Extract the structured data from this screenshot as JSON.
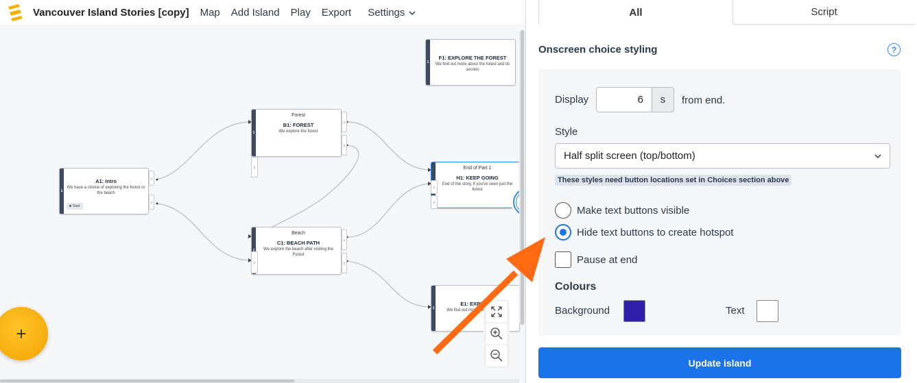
{
  "header": {
    "app_title": "Vancouver Island Stories [copy]",
    "nav": [
      "Map",
      "Add Island",
      "Play",
      "Export"
    ],
    "settings_label": "Settings"
  },
  "map": {
    "nodes": [
      {
        "id": "A1",
        "subtitle": "",
        "title": "A1: Intro",
        "description": "We have a choice of exploring the forest or the beach",
        "tag": "Start",
        "badge": "1",
        "slots": [
          "1",
          "2"
        ]
      },
      {
        "id": "B1",
        "subtitle": "Forest",
        "title": "B1: FOREST",
        "description": "We explore the forest",
        "badge": "1",
        "slots": [
          "1",
          "2"
        ]
      },
      {
        "id": "C1",
        "subtitle": "Beach",
        "title": "C1: BEACH PATH",
        "description": "We explore the beach after visiting the Forest",
        "badge": "1",
        "slots": [
          "1",
          "2"
        ]
      },
      {
        "id": "F1",
        "subtitle": "",
        "title": "F1: EXPLORE THE FOREST",
        "description": "We find out more about the forest and its secrets",
        "badge": "1"
      },
      {
        "id": "H1",
        "subtitle": "End of Part 1",
        "title": "H1: KEEP GOING",
        "description": "End of the story, if you've seen just the forest",
        "badge": "1",
        "slots": [
          "1",
          "2",
          "3"
        ]
      },
      {
        "id": "E1",
        "subtitle": "",
        "title": "E1: EXPLORE",
        "description": "We find out more about the island",
        "badge": "1"
      }
    ],
    "icons": {
      "edit": "pencil-icon",
      "fit": "expand-icon",
      "zoom_in": "zoom-in-icon",
      "zoom_out": "zoom-out-icon",
      "add": "plus-icon"
    },
    "fab_label": "+"
  },
  "panel": {
    "tabs": [
      {
        "label": "All",
        "active": true
      },
      {
        "label": "Script",
        "active": false
      }
    ],
    "section_title": "Onscreen choice styling",
    "help_label": "?",
    "display_label": "Display",
    "display_value": "6",
    "display_unit": "s",
    "display_suffix": "from end.",
    "style_label": "Style",
    "style_value": "Half split screen (top/bottom)",
    "style_hint": "These styles need button locations set in Choices section above",
    "options": [
      {
        "label": "Make text buttons visible",
        "selected": false
      },
      {
        "label": "Hide text buttons to create hotspot",
        "selected": true
      }
    ],
    "pause_label": "Pause at end",
    "pause_checked": false,
    "colours_heading": "Colours",
    "background_label": "Background",
    "background_color": "#2f1ea8",
    "text_label": "Text",
    "text_color": "#ffffff",
    "update_button": "Update island"
  },
  "colors": {
    "accent": "#1a73e8",
    "fab": "#f6b000",
    "annotation_arrow": "#ff6a13",
    "node_bar": "#3f4a5e"
  }
}
